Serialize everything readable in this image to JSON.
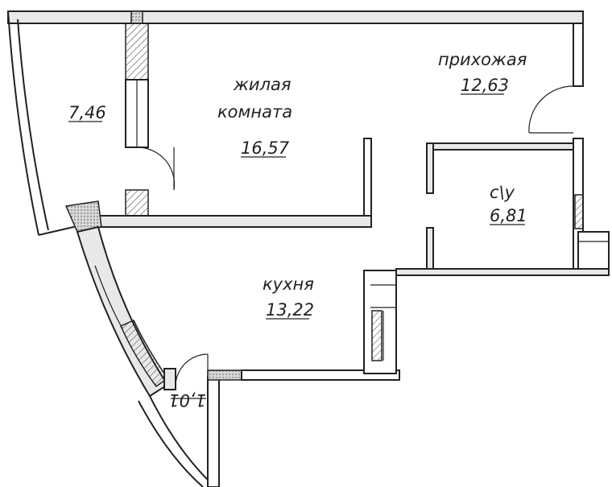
{
  "rooms": {
    "living_room": {
      "name_line1": "жилая",
      "name_line2": "комната",
      "area": "16,57"
    },
    "hallway": {
      "name": "прихожая",
      "area": "12,63"
    },
    "bathroom": {
      "name": "с\\у",
      "area": "6,81"
    },
    "kitchen": {
      "name": "кухня",
      "area": "13,22"
    },
    "loggia": {
      "area": "7,46"
    },
    "balcony": {
      "area": "1,01"
    }
  }
}
